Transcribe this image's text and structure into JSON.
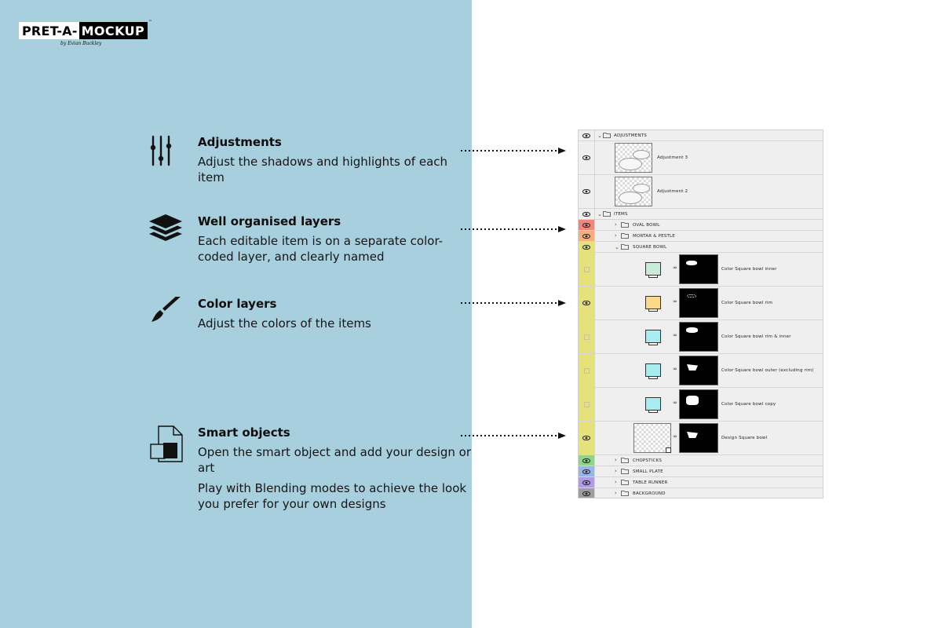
{
  "brand": {
    "logo_left": "PRET-A-",
    "logo_right": "MOCKUP",
    "tm": "™",
    "byline": "by Evian Buckley"
  },
  "features": [
    {
      "icon": "sliders-icon",
      "title": "Adjustments",
      "desc": "Adjust the shadows and highlights of each item"
    },
    {
      "icon": "layers-icon",
      "title": "Well organised layers",
      "desc": "Each editable item is on a separate color-coded layer, and clearly named"
    },
    {
      "icon": "paintbrush-icon",
      "title": "Color layers",
      "desc": "Adjust the colors of the items"
    },
    {
      "icon": "smart-object-icon",
      "title": "Smart objects",
      "desc": "Open the smart object and add your design or art",
      "desc2": "Play with Blending modes to achieve the look you prefer for your own designs"
    }
  ],
  "colors": {
    "left_bg": "#a8cfdd",
    "red": "#f0867c",
    "orange": "#f3b07a",
    "yellow": "#e5e27c",
    "green": "#8fd487",
    "blue": "#9ab6e8",
    "violet": "#b39ae6",
    "gray": "#9e9e9e",
    "swatch_mint": "#c8ecd8",
    "swatch_yellow": "#fbd98a",
    "swatch_cyan": "#a7ecef"
  },
  "layers_panel": {
    "groups": {
      "adjustments": "ADJUSTMENTS",
      "items": "ITEMS"
    },
    "adjustment_layers": [
      "Adjustment 3",
      "Adjustment 2"
    ],
    "folders": {
      "oval_bowl": "OVAL BOWL",
      "mortar": "MORTAR & PESTLE",
      "square_bowl": "SQUARE BOWL",
      "chopsticks": "CHOPSTICKS",
      "small_plate": "SMALL PLATE",
      "table_runner": "TABLE RUNNER",
      "background": "BACKGROUND"
    },
    "square_bowl_layers": [
      "Color Square bowl inner",
      "Color Square bowl rim",
      "Color Square bowl rim & inner",
      "Color Square bowl outer (excluding rim)",
      "Color Square bowl copy",
      "Design Square bowl"
    ]
  }
}
